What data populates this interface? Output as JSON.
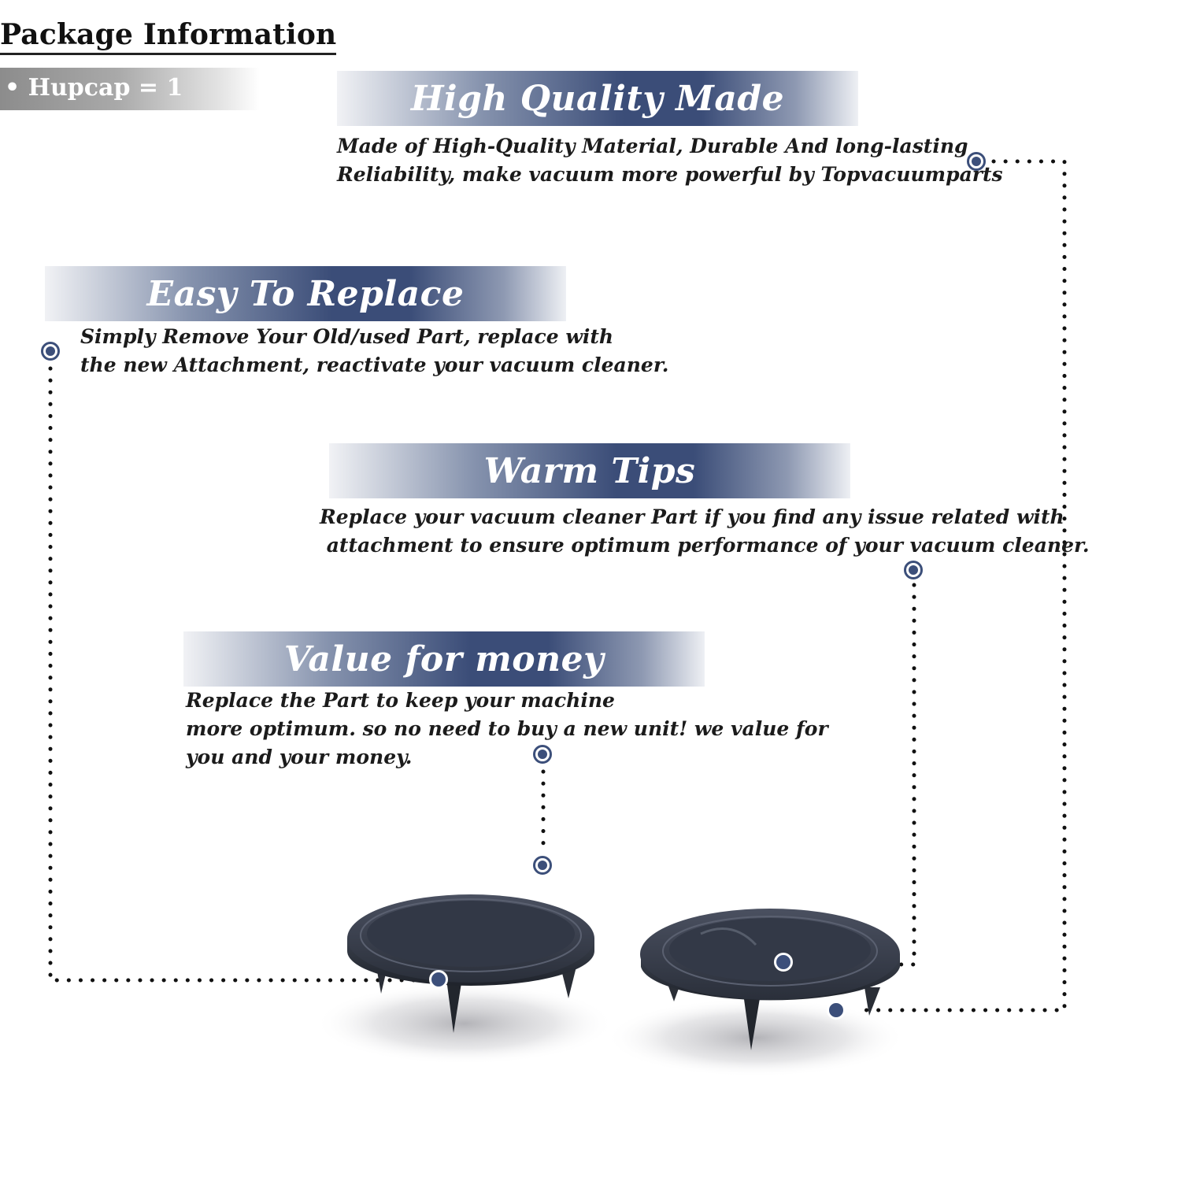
{
  "package": {
    "title": "Package Information",
    "item": "• Hupcap = 1"
  },
  "sections": [
    {
      "title": "High Quality Made",
      "lines": [
        "Made of  High-Quality Material, Durable And long-lasting",
        "Reliability, make vacuum more powerful by Topvacuumparts"
      ]
    },
    {
      "title": "Easy To Replace",
      "lines": [
        "Simply Remove Your Old/used Part, replace with",
        "the new Attachment, reactivate your vacuum cleaner."
      ]
    },
    {
      "title": "Warm Tips",
      "lines": [
        "Replace your vacuum cleaner Part if you find any issue related with",
        " attachment to ensure optimum performance of your vacuum cleaner."
      ]
    },
    {
      "title": "Value for money",
      "lines": [
        "Replace the Part to keep your machine",
        "more optimum. so no need to buy a new unit! we value for",
        "you and your money."
      ]
    }
  ],
  "colors": {
    "accent": "#3b4d78",
    "dot": "#3c4f7a",
    "product": "#2e3441"
  }
}
